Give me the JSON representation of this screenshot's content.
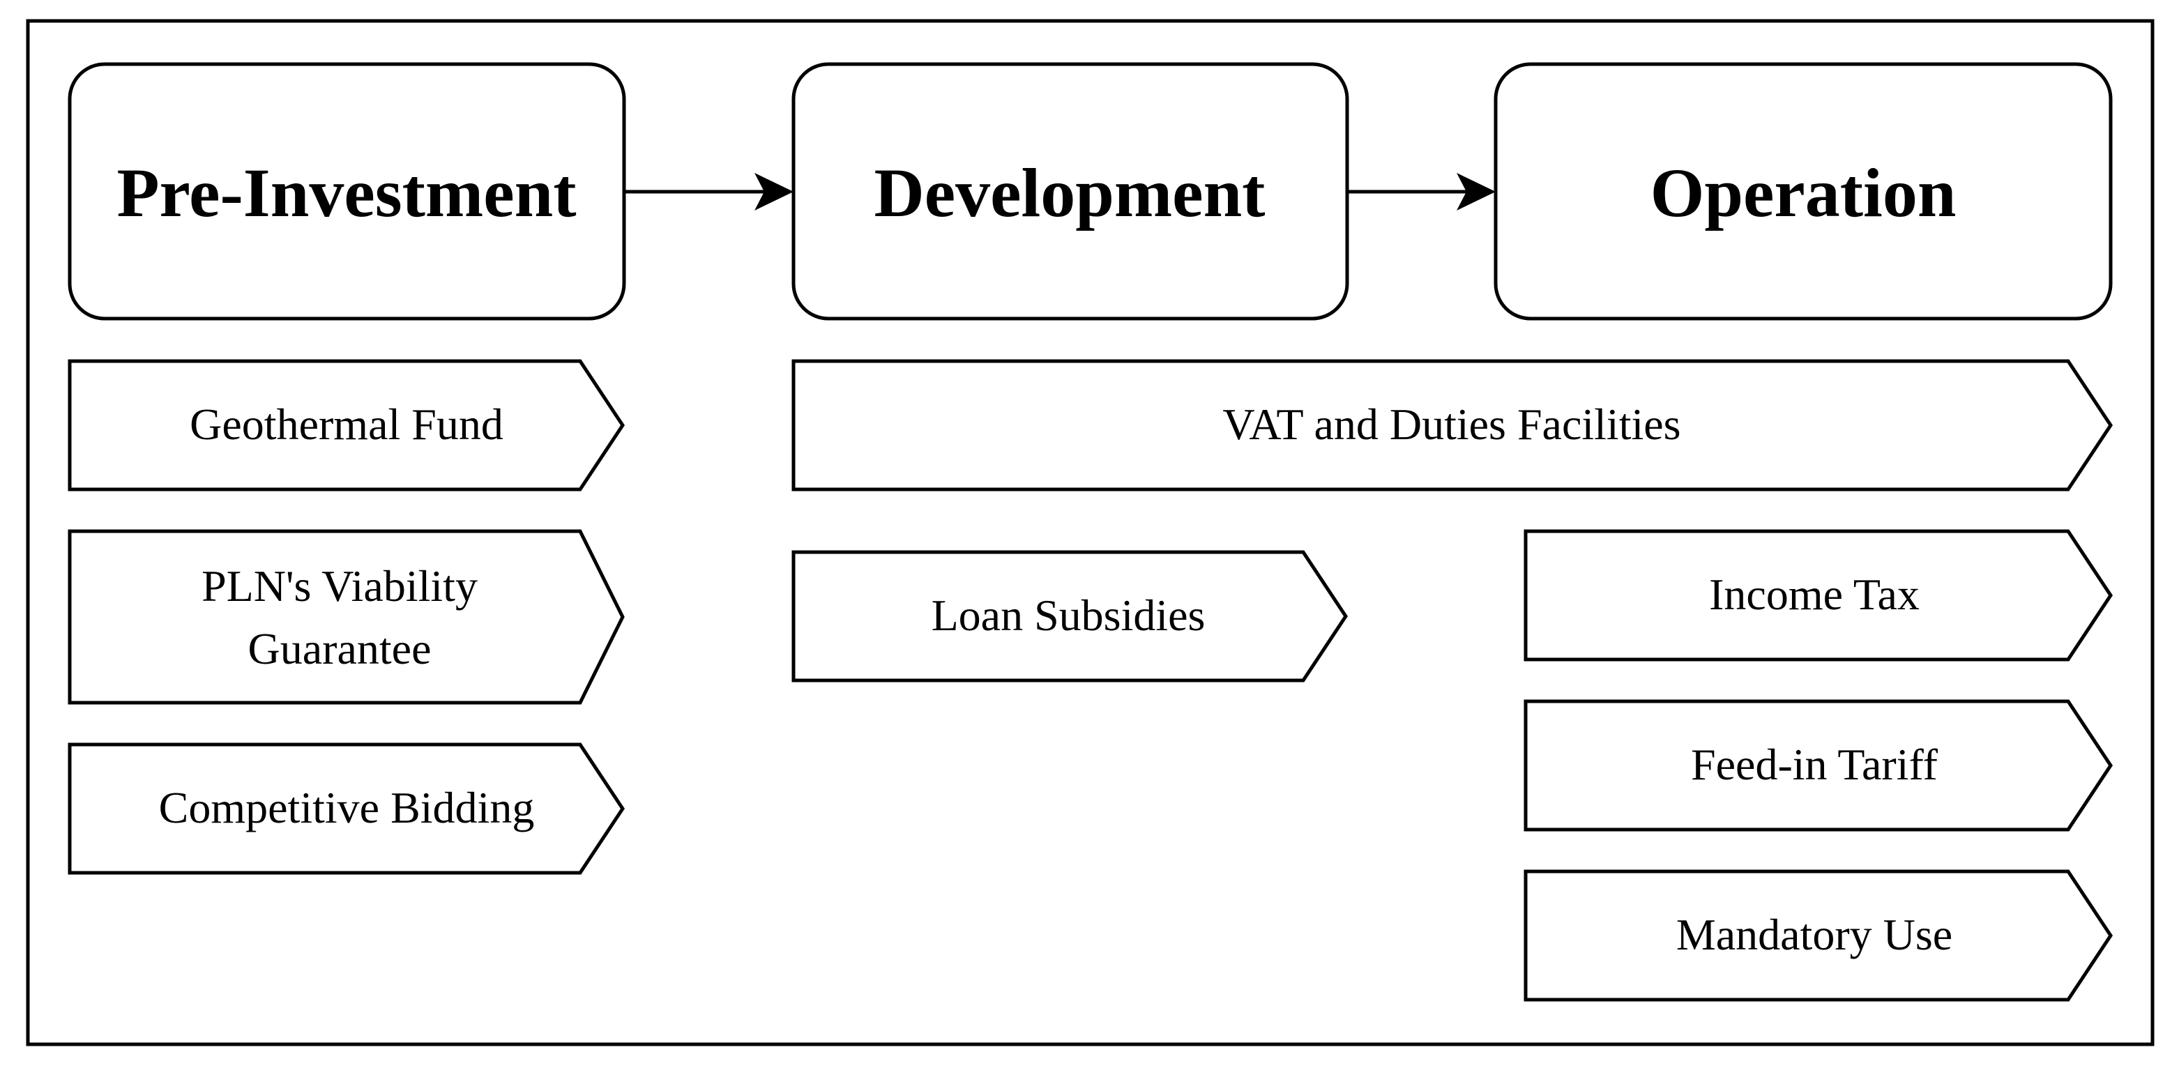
{
  "stages": [
    {
      "id": "pre-investment",
      "label": "Pre-Investment"
    },
    {
      "id": "development",
      "label": "Development"
    },
    {
      "id": "operation",
      "label": "Operation"
    }
  ],
  "connectors": [
    {
      "from": "pre-investment",
      "to": "development"
    },
    {
      "from": "development",
      "to": "operation"
    }
  ],
  "incentives": {
    "geothermal_fund": {
      "lines": [
        "Geothermal Fund"
      ]
    },
    "pln_viability_guarantee": {
      "lines": [
        "PLN's Viability",
        "Guarantee"
      ]
    },
    "competitive_bidding": {
      "lines": [
        "Competitive Bidding"
      ]
    },
    "vat_duties": {
      "lines": [
        "VAT and Duties Facilities"
      ]
    },
    "loan_subsidies": {
      "lines": [
        "Loan Subsidies"
      ]
    },
    "income_tax": {
      "lines": [
        "Income Tax"
      ]
    },
    "feed_in_tariff": {
      "lines": [
        "Feed-in Tariff"
      ]
    },
    "mandatory_use": {
      "lines": [
        "Mandatory Use"
      ]
    }
  },
  "colors": {
    "stroke": "#000000",
    "fill": "#ffffff",
    "text": "#000000"
  }
}
